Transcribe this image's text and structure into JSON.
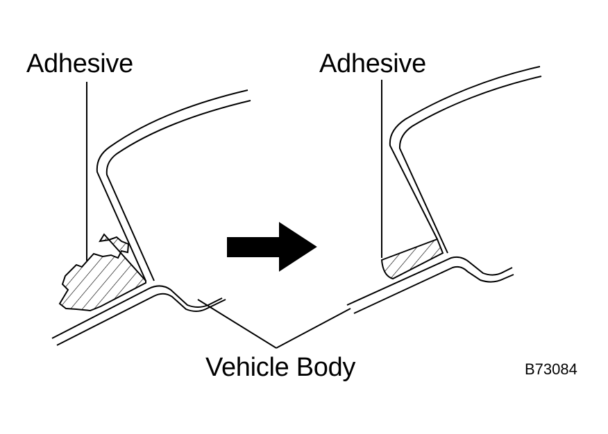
{
  "labels": {
    "adhesive_left": "Adhesive",
    "adhesive_right": "Adhesive",
    "vehicle_body": "Vehicle Body",
    "figure_code": "B73084"
  },
  "colors": {
    "line": "#000000",
    "background": "#ffffff"
  },
  "icons": {
    "arrow": "right-arrow-icon"
  }
}
